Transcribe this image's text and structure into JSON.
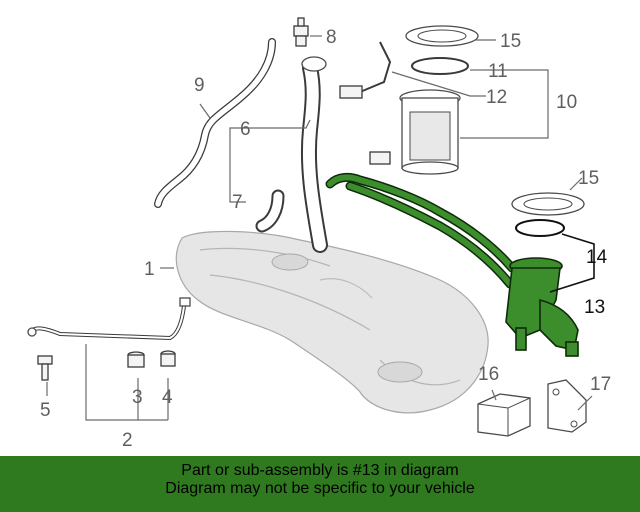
{
  "callouts": {
    "c1": "1",
    "c2": "2",
    "c3": "3",
    "c4": "4",
    "c5": "5",
    "c6": "6",
    "c7": "7",
    "c8": "8",
    "c9": "9",
    "c10": "10",
    "c11": "11",
    "c12": "12",
    "c13": "13",
    "c14": "14",
    "c15a": "15",
    "c15b": "15",
    "c16": "16",
    "c17": "17"
  },
  "highlight_color": "#3c8e2d",
  "banner": {
    "line1": "Part or sub-assembly is #13 in diagram",
    "line2": "Diagram may not be specific to your vehicle",
    "background": "#2f7a1f"
  }
}
